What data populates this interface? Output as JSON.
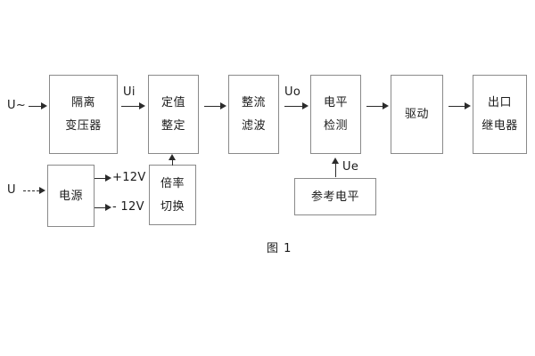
{
  "figure": {
    "caption": "图 1",
    "accent_color": "#8a8a8a",
    "line_color": "#2b2b2b",
    "background": "#ffffff"
  },
  "inputs": {
    "ac_source": "U~",
    "dc_source": "U"
  },
  "signals": {
    "ui": "Ui",
    "uo": "Uo",
    "ue": "Ue",
    "pos12": "+12V",
    "neg12": "- 12V"
  },
  "blocks": {
    "isolation_transformer": {
      "line1": "隔离",
      "line2": "变压器"
    },
    "setting_value": {
      "line1": "定值",
      "line2": "整定"
    },
    "rectify_filter": {
      "line1": "整流",
      "line2": "滤波"
    },
    "level_detect": {
      "line1": "电平",
      "line2": "检测"
    },
    "drive": {
      "line1": "驱动"
    },
    "output_relay": {
      "line1": "出口",
      "line2": "继电器"
    },
    "power_supply": {
      "line1": "电源"
    },
    "multiplier_switch": {
      "line1": "倍率",
      "line2": "切换"
    },
    "reference_level": {
      "line1": "参考电平"
    }
  }
}
